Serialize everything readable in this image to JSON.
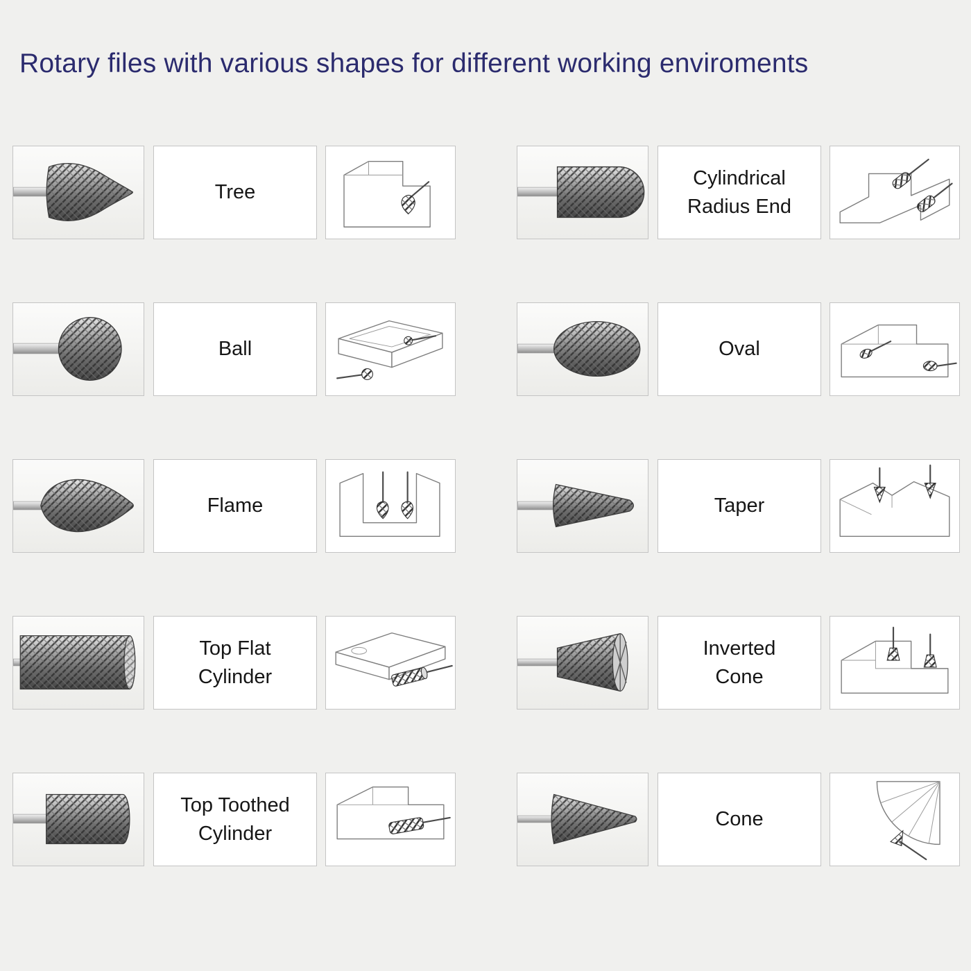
{
  "title": "Rotary files with various shapes for different working enviroments",
  "colors": {
    "background": "#f0f0ee",
    "title_text": "#2b2b6e",
    "box_border": "#c4c4c4",
    "box_background": "#ffffff",
    "label_text": "#161616"
  },
  "items": [
    {
      "label": "Tree",
      "shape": "tree"
    },
    {
      "label": "Cylindrical\nRadius End",
      "shape": "cylindrical-radius-end"
    },
    {
      "label": "Ball",
      "shape": "ball"
    },
    {
      "label": "Oval",
      "shape": "oval"
    },
    {
      "label": "Flame",
      "shape": "flame"
    },
    {
      "label": "Taper",
      "shape": "taper"
    },
    {
      "label": "Top Flat\nCylinder",
      "shape": "top-flat-cylinder"
    },
    {
      "label": "Inverted\nCone",
      "shape": "inverted-cone"
    },
    {
      "label": "Top Toothed\nCylinder",
      "shape": "top-toothed-cylinder"
    },
    {
      "label": "Cone",
      "shape": "cone"
    }
  ]
}
